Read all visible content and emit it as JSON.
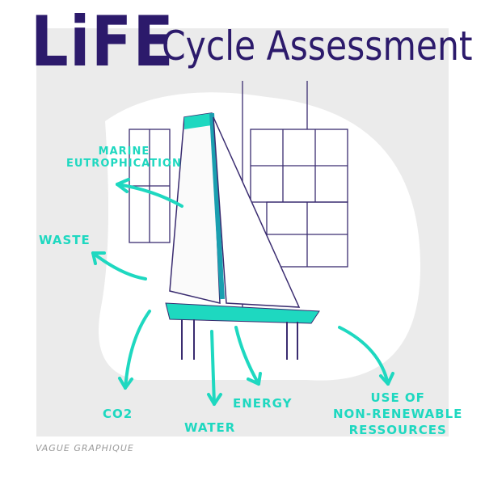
{
  "title": {
    "part1": "LiFE",
    "part2": "Cycle Assessment"
  },
  "labels": {
    "marine": [
      "Marine",
      "Eutrophication"
    ],
    "waste": "Waste",
    "co2": "CO2",
    "water": "Water",
    "energy": "Energy",
    "resources": [
      "Use of",
      "Non-Renewable",
      "Ressources"
    ]
  },
  "credit": "VAGUE GRAPHIQUE",
  "colors": {
    "title": "#2c1a6b",
    "accent": "#1ed8c0",
    "background": "#ebebeb"
  }
}
